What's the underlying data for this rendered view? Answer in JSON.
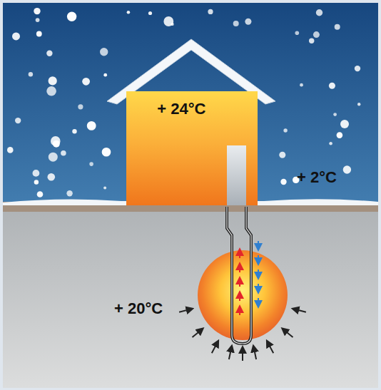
{
  "diagram": {
    "nodes": [
      {
        "text": [
          "+ 24°C"
        ]
      }
    ],
    "labels": [
      "+ 2°C",
      "+ 20°C"
    ]
  }
}
